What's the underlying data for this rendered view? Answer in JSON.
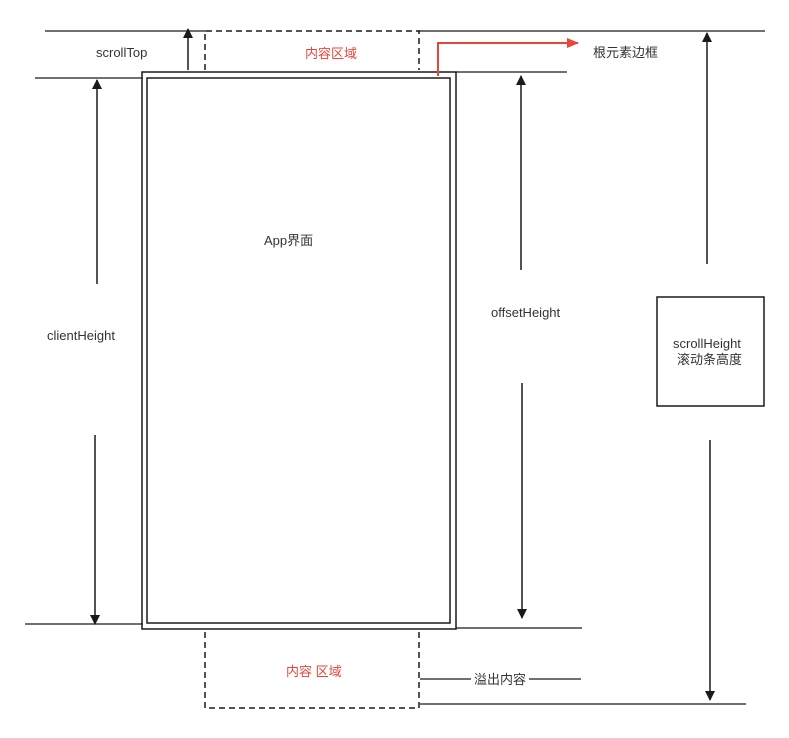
{
  "labels": {
    "scroll_top": "scrollTop",
    "content_area_top": "内容区域",
    "root_border": "根元素边框",
    "app_ui": "App界面",
    "client_height": "clientHeight",
    "offset_height": "offsetHeight",
    "scroll_height_line1": "scrollHeight",
    "scroll_height_line2": "滚动条高度",
    "content_area_bottom": "内容 区域",
    "overflow_content": "溢出内容"
  },
  "colors": {
    "line": "#1a1a1a",
    "accent": "#e8453c",
    "text": "#333333"
  }
}
